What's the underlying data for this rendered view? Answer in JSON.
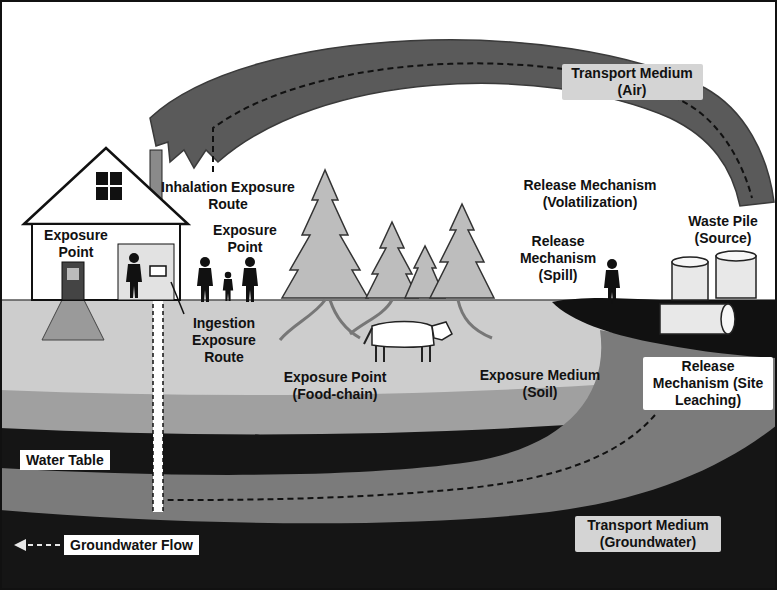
{
  "diagram": {
    "nodes": [
      {
        "text": [
          "Water Table"
        ]
      },
      {
        "text": [
          "Groundwater Flow"
        ]
      }
    ],
    "labels": [
      "Transport Medium (Air)",
      "Inhalation Exposure Route",
      "Release Mechanism (Volatilization)",
      "Exposure Point",
      "Exposure Point",
      "Waste Pile (Source)",
      "Release Mechanism (Spill)",
      "Ingestion Exposure Route",
      "Exposure Point (Food-chain)",
      "Exposure Medium (Soil)",
      "Release Mechanism (Site Leaching)",
      "Transport Medium (Groundwater)"
    ]
  }
}
